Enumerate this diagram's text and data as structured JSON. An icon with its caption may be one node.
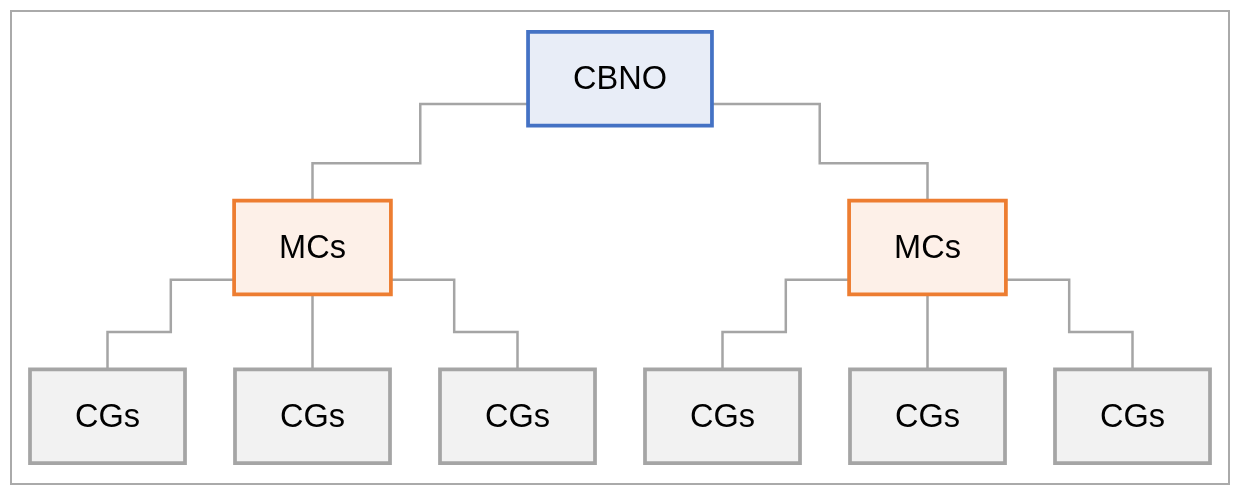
{
  "diagram": {
    "nodes": [
      {
        "text": [
          "CBNO"
        ]
      },
      {
        "text": [
          "MCs"
        ]
      },
      {
        "text": [
          "MCs"
        ]
      },
      {
        "text": [
          "CGs"
        ]
      },
      {
        "text": [
          "CGs"
        ]
      },
      {
        "text": [
          "CGs"
        ]
      },
      {
        "text": [
          "CGs"
        ]
      },
      {
        "text": [
          "CGs"
        ]
      },
      {
        "text": [
          "CGs"
        ]
      }
    ],
    "edges": [
      {
        "from": 0,
        "to": 1,
        "arrow": "none"
      },
      {
        "from": 0,
        "to": 2,
        "arrow": "none"
      },
      {
        "from": 1,
        "to": 3,
        "arrow": "none"
      },
      {
        "from": 1,
        "to": 4,
        "arrow": "none"
      },
      {
        "from": 1,
        "to": 5,
        "arrow": "none"
      },
      {
        "from": 2,
        "to": 6,
        "arrow": "none"
      },
      {
        "from": 2,
        "to": 7,
        "arrow": "none"
      },
      {
        "from": 2,
        "to": 8,
        "arrow": "none"
      }
    ]
  }
}
